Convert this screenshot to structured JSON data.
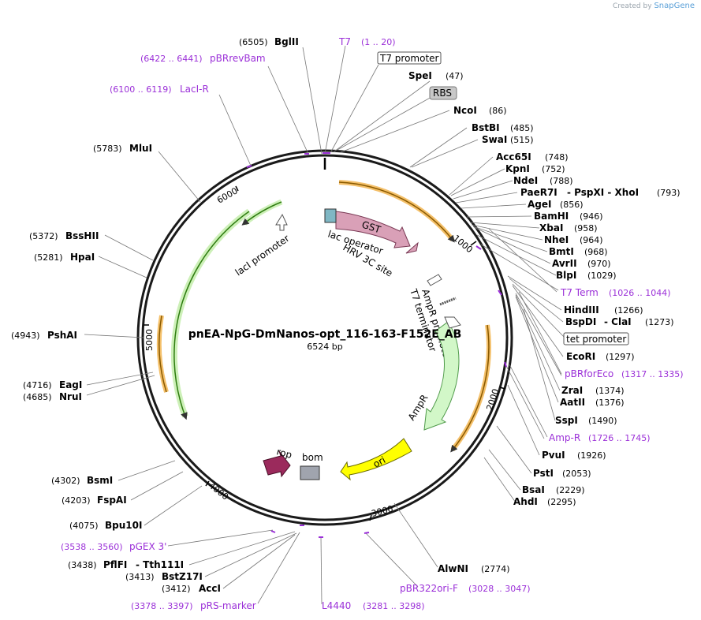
{
  "credit": {
    "prefix": "Created by",
    "brand": "SnapGene"
  },
  "plasmid": {
    "name": "pnEA-NpG-DmNanos-opt_116-163-F152E_AB",
    "length": "6524 bp"
  },
  "ruler": [
    "1000",
    "2000",
    "3000",
    "4000",
    "5000",
    "6000"
  ],
  "colors": {
    "enzyme": "#000000",
    "primer": "#9b30d8",
    "promoter_box": "#ffffff",
    "rbs_box": "#c8c8c8"
  },
  "enzymes": [
    {
      "name": "BglII",
      "pos": "(6505)"
    },
    {
      "name": "SpeI",
      "pos": "(47)"
    },
    {
      "name": "NcoI",
      "pos": "(86)"
    },
    {
      "name": "BstBI",
      "pos": "(485)"
    },
    {
      "name": "SwaI",
      "pos": "(515)"
    },
    {
      "name": "Acc65I",
      "pos": "(748)"
    },
    {
      "name": "KpnI",
      "pos": "(752)"
    },
    {
      "name": "NdeI",
      "pos": "(788)"
    },
    {
      "name": "PaeR7I",
      "extra": "- PspXI - XhoI",
      "pos": "(793)"
    },
    {
      "name": "AgeI",
      "pos": "(856)"
    },
    {
      "name": "BamHI",
      "pos": "(946)"
    },
    {
      "name": "XbaI",
      "pos": "(958)"
    },
    {
      "name": "NheI",
      "pos": "(964)"
    },
    {
      "name": "BmtI",
      "pos": "(968)"
    },
    {
      "name": "AvrII",
      "pos": "(970)"
    },
    {
      "name": "BlpI",
      "pos": "(1029)"
    },
    {
      "name": "HindIII",
      "pos": "(1266)"
    },
    {
      "name": "BspDI",
      "extra": "- ClaI",
      "pos": "(1273)"
    },
    {
      "name": "EcoRI",
      "pos": "(1297)"
    },
    {
      "name": "ZraI",
      "pos": "(1374)"
    },
    {
      "name": "AatII",
      "pos": "(1376)"
    },
    {
      "name": "SspI",
      "pos": "(1490)"
    },
    {
      "name": "PvuI",
      "pos": "(1926)"
    },
    {
      "name": "PstI",
      "pos": "(2053)"
    },
    {
      "name": "BsaI",
      "pos": "(2229)"
    },
    {
      "name": "AhdI",
      "pos": "(2295)"
    },
    {
      "name": "AlwNI",
      "pos": "(2774)"
    },
    {
      "name": "AccI",
      "pos": "(3412)"
    },
    {
      "name": "BstZ17I",
      "pos": "(3413)"
    },
    {
      "name": "PflFI",
      "extra": "- Tth111I",
      "pos": "(3438)"
    },
    {
      "name": "Bpu10I",
      "pos": "(4075)"
    },
    {
      "name": "FspAI",
      "pos": "(4203)"
    },
    {
      "name": "BsmI",
      "pos": "(4302)"
    },
    {
      "name": "NruI",
      "pos": "(4685)"
    },
    {
      "name": "EagI",
      "pos": "(4716)"
    },
    {
      "name": "PshAI",
      "pos": "(4943)"
    },
    {
      "name": "HpaI",
      "pos": "(5281)"
    },
    {
      "name": "BssHII",
      "pos": "(5372)"
    },
    {
      "name": "MluI",
      "pos": "(5783)"
    }
  ],
  "primers": [
    {
      "name": "T7",
      "range": "(1 .. 20)"
    },
    {
      "name": "pBRrevBam",
      "range": "(6422 .. 6441)"
    },
    {
      "name": "LacI-R",
      "range": "(6100 .. 6119)"
    },
    {
      "name": "T7 Term",
      "range": "(1026 .. 1044)"
    },
    {
      "name": "pBRforEco",
      "range": "(1317 .. 1335)"
    },
    {
      "name": "Amp-R",
      "range": "(1726 .. 1745)"
    },
    {
      "name": "pBR322ori-F",
      "range": "(3028 .. 3047)"
    },
    {
      "name": "L4440",
      "range": "(3281 .. 3298)"
    },
    {
      "name": "pRS-marker",
      "range": "(3378 .. 3397)"
    },
    {
      "name": "pGEX 3'",
      "range": "(3538 .. 3560)"
    }
  ],
  "boxed_features": {
    "t7_promoter": "T7 promoter",
    "rbs": "RBS",
    "tet_promoter": "tet promoter"
  },
  "features": {
    "gst": "GST",
    "lac_operator": "lac operator",
    "hrv3c": "HRV 3C site",
    "laci_promoter": "lacI promoter",
    "ampr_promoter": "AmpR promoter",
    "t7_terminator": "T7 terminator",
    "ampr": "AmpR",
    "rop": "rop",
    "bom": "bom",
    "ori": "ori"
  }
}
